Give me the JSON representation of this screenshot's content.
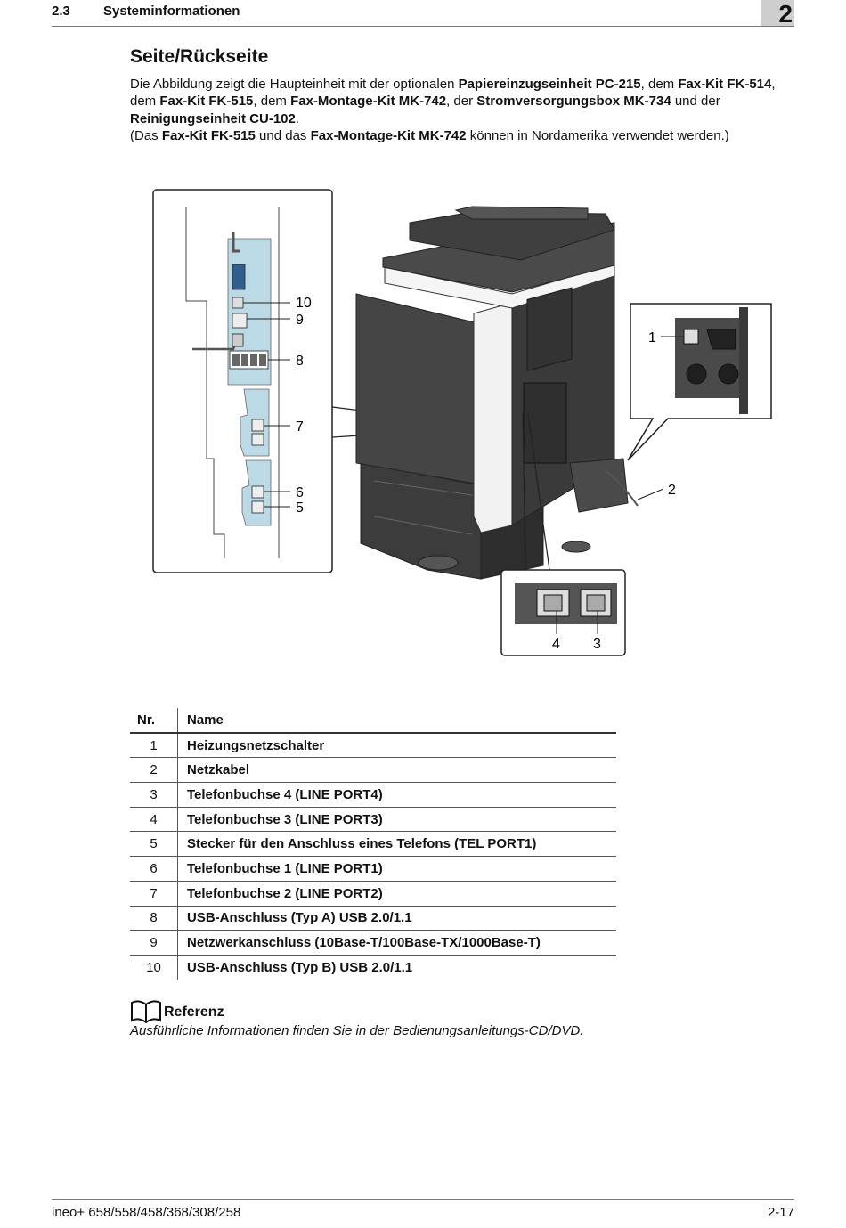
{
  "header": {
    "section_number": "2.3",
    "section_title": "Systeminformationen",
    "chapter": "2"
  },
  "section": {
    "title": "Seite/Rückseite",
    "intro": [
      {
        "t": "Die Abbildung zeigt die Haupteinheit mit der optionalen ",
        "b": false
      },
      {
        "t": "Papiereinzugseinheit PC-215",
        "b": true
      },
      {
        "t": ", dem ",
        "b": false
      },
      {
        "t": "Fax-Kit FK-514",
        "b": true
      },
      {
        "t": ", dem ",
        "b": false
      },
      {
        "t": "Fax-Kit FK-515",
        "b": true
      },
      {
        "t": ", dem ",
        "b": false
      },
      {
        "t": "Fax-Montage-Kit MK-742",
        "b": true
      },
      {
        "t": ", der ",
        "b": false
      },
      {
        "t": "Stromversorgungsbox MK-734",
        "b": true
      },
      {
        "t": " und der ",
        "b": false
      },
      {
        "t": "Reinigungseinheit CU-102",
        "b": true
      },
      {
        "t": ".",
        "b": false
      },
      {
        "br": true
      },
      {
        "t": "(Das ",
        "b": false
      },
      {
        "t": "Fax-Kit FK-515",
        "b": true
      },
      {
        "t": " und das ",
        "b": false
      },
      {
        "t": "Fax-Montage-Kit MK-742",
        "b": true
      },
      {
        "t": " können in Nordamerika verwendet werden.)",
        "b": false
      }
    ]
  },
  "figure": {
    "callouts": {
      "c1": "1",
      "c2": "2",
      "c3": "3",
      "c4": "4",
      "c5": "5",
      "c6": "6",
      "c7": "7",
      "c8": "8",
      "c9": "9",
      "c10": "10"
    }
  },
  "table": {
    "headers": {
      "nr": "Nr.",
      "name": "Name"
    },
    "rows": [
      {
        "nr": "1",
        "name": "Heizungsnetzschalter"
      },
      {
        "nr": "2",
        "name": "Netzkabel"
      },
      {
        "nr": "3",
        "name": "Telefonbuchse 4 (LINE PORT4)"
      },
      {
        "nr": "4",
        "name": "Telefonbuchse 3 (LINE PORT3)"
      },
      {
        "nr": "5",
        "name": "Stecker für den Anschluss eines Telefons (TEL PORT1)"
      },
      {
        "nr": "6",
        "name": "Telefonbuchse 1 (LINE PORT1)"
      },
      {
        "nr": "7",
        "name": "Telefonbuchse 2 (LINE PORT2)"
      },
      {
        "nr": "8",
        "name": "USB-Anschluss (Typ A) USB 2.0/1.1"
      },
      {
        "nr": "9",
        "name": "Netzwerkanschluss (10Base-T/100Base-TX/1000Base-T)"
      },
      {
        "nr": "10",
        "name": "USB-Anschluss (Typ B) USB 2.0/1.1"
      }
    ]
  },
  "reference": {
    "icon": "book-icon",
    "title": "Referenz",
    "text": "Ausführliche Informationen finden Sie in der Bedienungsanleitungs-CD/DVD."
  },
  "footer": {
    "model": "ineo+ 658/558/458/368/308/258",
    "page": "2-17"
  },
  "colors": {
    "panel_blue": "#bcd9e6",
    "machine_dark": "#3a3a3a",
    "header_box": "#cfcfcf"
  }
}
